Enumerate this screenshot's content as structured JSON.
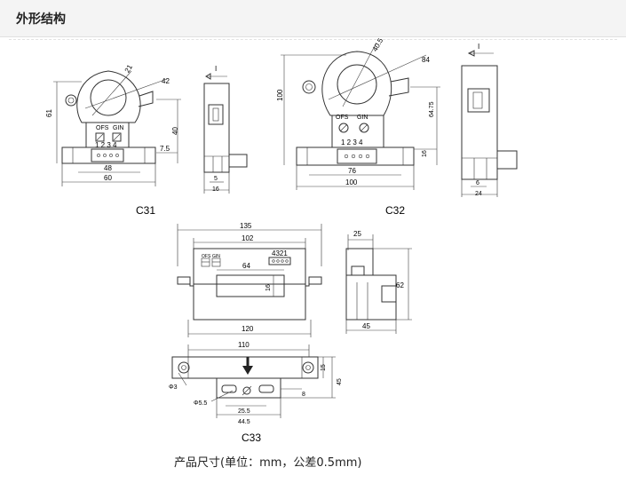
{
  "header": {
    "title": "外形结构"
  },
  "caption": "产品尺寸(单位：mm，公差0.5mm)",
  "c31": {
    "label": "C31",
    "dims": [
      "61",
      "21",
      "42",
      "40",
      "7.5",
      "48",
      "60",
      "5",
      "16"
    ],
    "pins": "1 2 3 4",
    "ofs": "OFS",
    "gin": "GIN",
    "current": "I"
  },
  "c32": {
    "label": "C32",
    "dims": [
      "100",
      "40.5",
      "84",
      "64.75",
      "16",
      "76",
      "100",
      "6",
      "24"
    ],
    "pins": "1 2 3 4",
    "ofs": "OFS",
    "gin": "GIN",
    "current": "I"
  },
  "c33": {
    "label": "C33",
    "dims_top": [
      "135",
      "102",
      "64",
      "16",
      "120",
      "25",
      "62",
      "45"
    ],
    "pins": "4321",
    "ofs": "OFS",
    "gin": "GIN",
    "dims_bottom": [
      "110",
      "Φ3",
      "15",
      "45",
      "Φ5.5",
      "8",
      "25.5",
      "44.5"
    ]
  }
}
